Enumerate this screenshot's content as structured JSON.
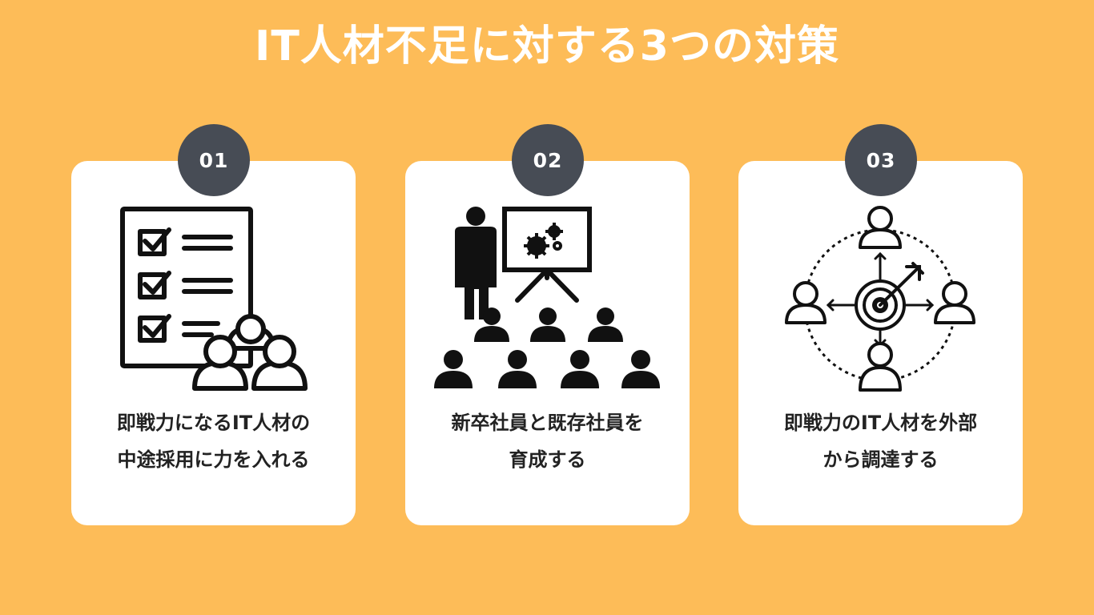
{
  "title": "IT人材不足に対する3つの対策",
  "colors": {
    "background": "#FDBC58",
    "card": "#FFFFFF",
    "badge": "#474C55",
    "text": "#222222",
    "icon": "#111111"
  },
  "cards": [
    {
      "number": "01",
      "icon": "checklist-team-icon",
      "lines": [
        "即戦力になるIT人材の",
        "中途採用に力を入れる"
      ]
    },
    {
      "number": "02",
      "icon": "training-presentation-icon",
      "lines": [
        "新卒社員と既存社員を",
        "育成する"
      ]
    },
    {
      "number": "03",
      "icon": "target-network-icon",
      "lines": [
        "即戦力のIT人材を外部",
        "から調達する"
      ]
    }
  ]
}
